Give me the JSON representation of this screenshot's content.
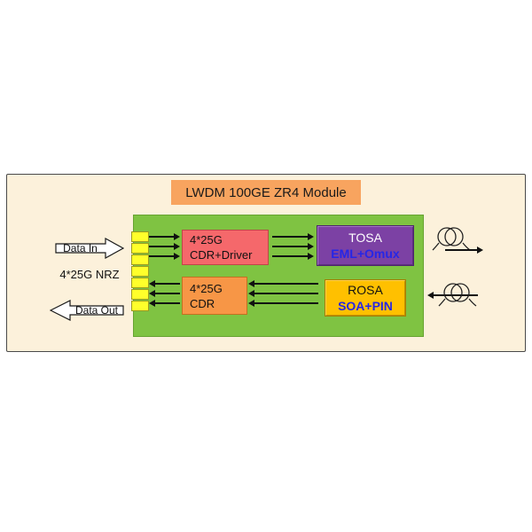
{
  "title": "LWDM 100GE ZR4 Module",
  "io": {
    "data_in": "Data In",
    "nrz": "4*25G NRZ",
    "data_out": "Data Out"
  },
  "module": {
    "cdr_driver": {
      "line1": "4*25G",
      "line2": "CDR+Driver"
    },
    "cdr": {
      "line1": "4*25G",
      "line2": "CDR"
    },
    "tosa": {
      "name": "TOSA",
      "subtitle": "EML+Omux"
    },
    "rosa": {
      "name": "ROSA",
      "subtitle": "SOA+PIN"
    }
  },
  "colors": {
    "panel_bg": "#FCF1DB",
    "title_bg": "#F8A45F",
    "module_green": "#7FC342",
    "cdr_driver_red": "#F5686B",
    "cdr_orange": "#F79646",
    "tosa_purple": "#7C41A4",
    "rosa_yellow": "#FFC000",
    "pin_yellow": "#FFFF2B",
    "subtitle_blue": "#2626E6"
  }
}
